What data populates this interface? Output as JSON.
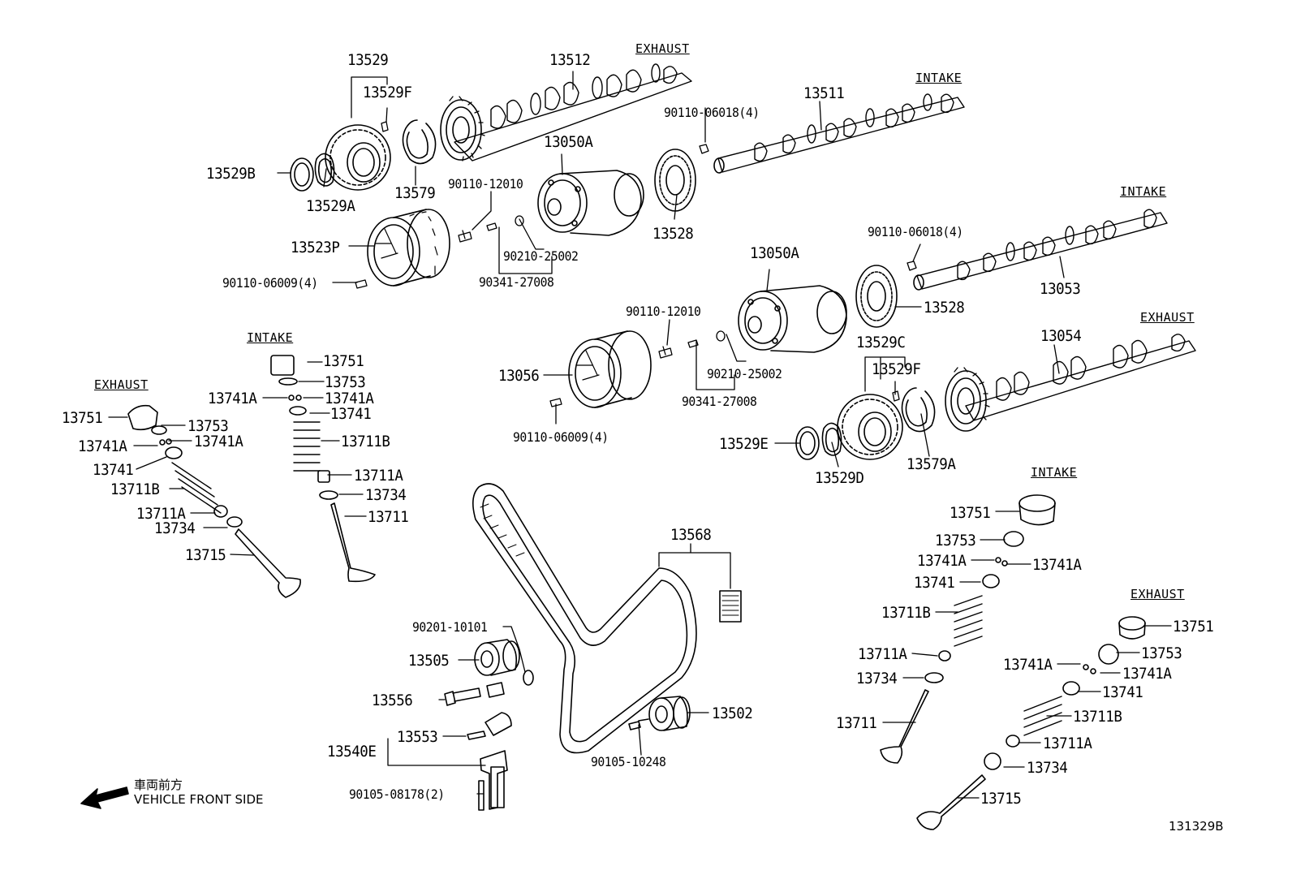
{
  "sections": {
    "exhaust": "EXHAUST",
    "intake": "INTAKE"
  },
  "callouts": {
    "p13529": "13529",
    "p13529F": "13529F",
    "p13512": "13512",
    "p13511": "13511",
    "p13529B": "13529B",
    "p13529A": "13529A",
    "p13579": "13579",
    "p13050A": "13050A",
    "p90110_06018": "90110-06018(4)",
    "p90110_12010": "90110-12010",
    "p13528": "13528",
    "p13523P": "13523P",
    "p90210_25002": "90210-25002",
    "p90341_27008": "90341-27008",
    "p90110_06009": "90110-06009(4)",
    "p13053": "13053",
    "p13054": "13054",
    "p13529C": "13529C",
    "p13056": "13056",
    "p13529E": "13529E",
    "p13529D": "13529D",
    "p13579A": "13579A",
    "p13751": "13751",
    "p13753": "13753",
    "p13741A": "13741A",
    "p13741": "13741",
    "p13711B": "13711B",
    "p13711A": "13711A",
    "p13734": "13734",
    "p13711": "13711",
    "p13715": "13715",
    "p13568": "13568",
    "p90201_10101": "90201-10101",
    "p13505": "13505",
    "p13556": "13556",
    "p13553": "13553",
    "p13540E": "13540E",
    "p90105_08178": "90105-08178(2)",
    "p13502": "13502",
    "p90105_10248": "90105-10248"
  },
  "front_note_jp": "車両前方",
  "front_note_en": "VEHICLE FRONT SIDE",
  "figure_id": "131329B"
}
